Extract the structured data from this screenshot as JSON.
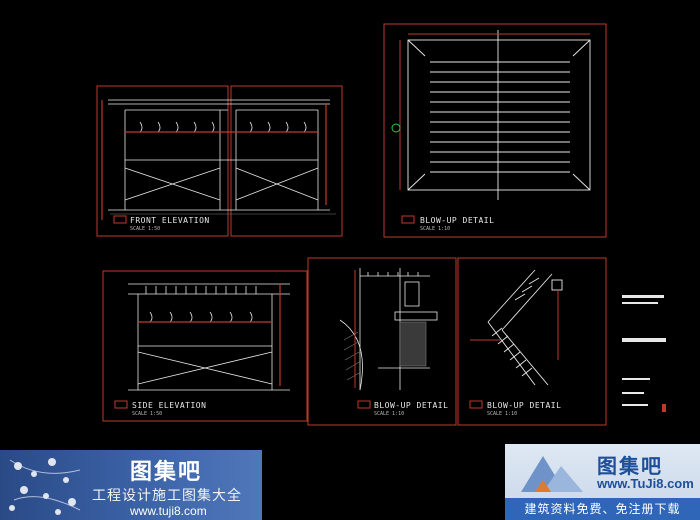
{
  "sheets": {
    "front_elevation": {
      "title": "FRONT ELEVATION",
      "scale": "SCALE 1:50"
    },
    "blowup_detail_top": {
      "title": "BLOW-UP DETAIL",
      "scale": "SCALE 1:10"
    },
    "side_elevation": {
      "title": "SIDE ELEVATION",
      "scale": "SCALE 1:50"
    },
    "blowup_detail_mid": {
      "title": "BLOW-UP DETAIL",
      "scale": "SCALE 1:10"
    },
    "blowup_detail_right": {
      "title": "BLOW-UP DETAIL",
      "scale": "SCALE 1:10"
    }
  },
  "watermark_left": {
    "brand": "图集吧",
    "slogan": "工程设计施工图集大全",
    "url": "www.tuji8.com"
  },
  "watermark_right": {
    "brand": "图集吧",
    "url": "www.TuJi8.com",
    "slogan": "建筑资料免费、免注册下载"
  },
  "colors": {
    "background": "#000000",
    "frame_line": "#c0392b",
    "drawing_line": "#e8e8e8",
    "hatch": "#7a7a7a",
    "accent_green": "#2ecc40"
  }
}
